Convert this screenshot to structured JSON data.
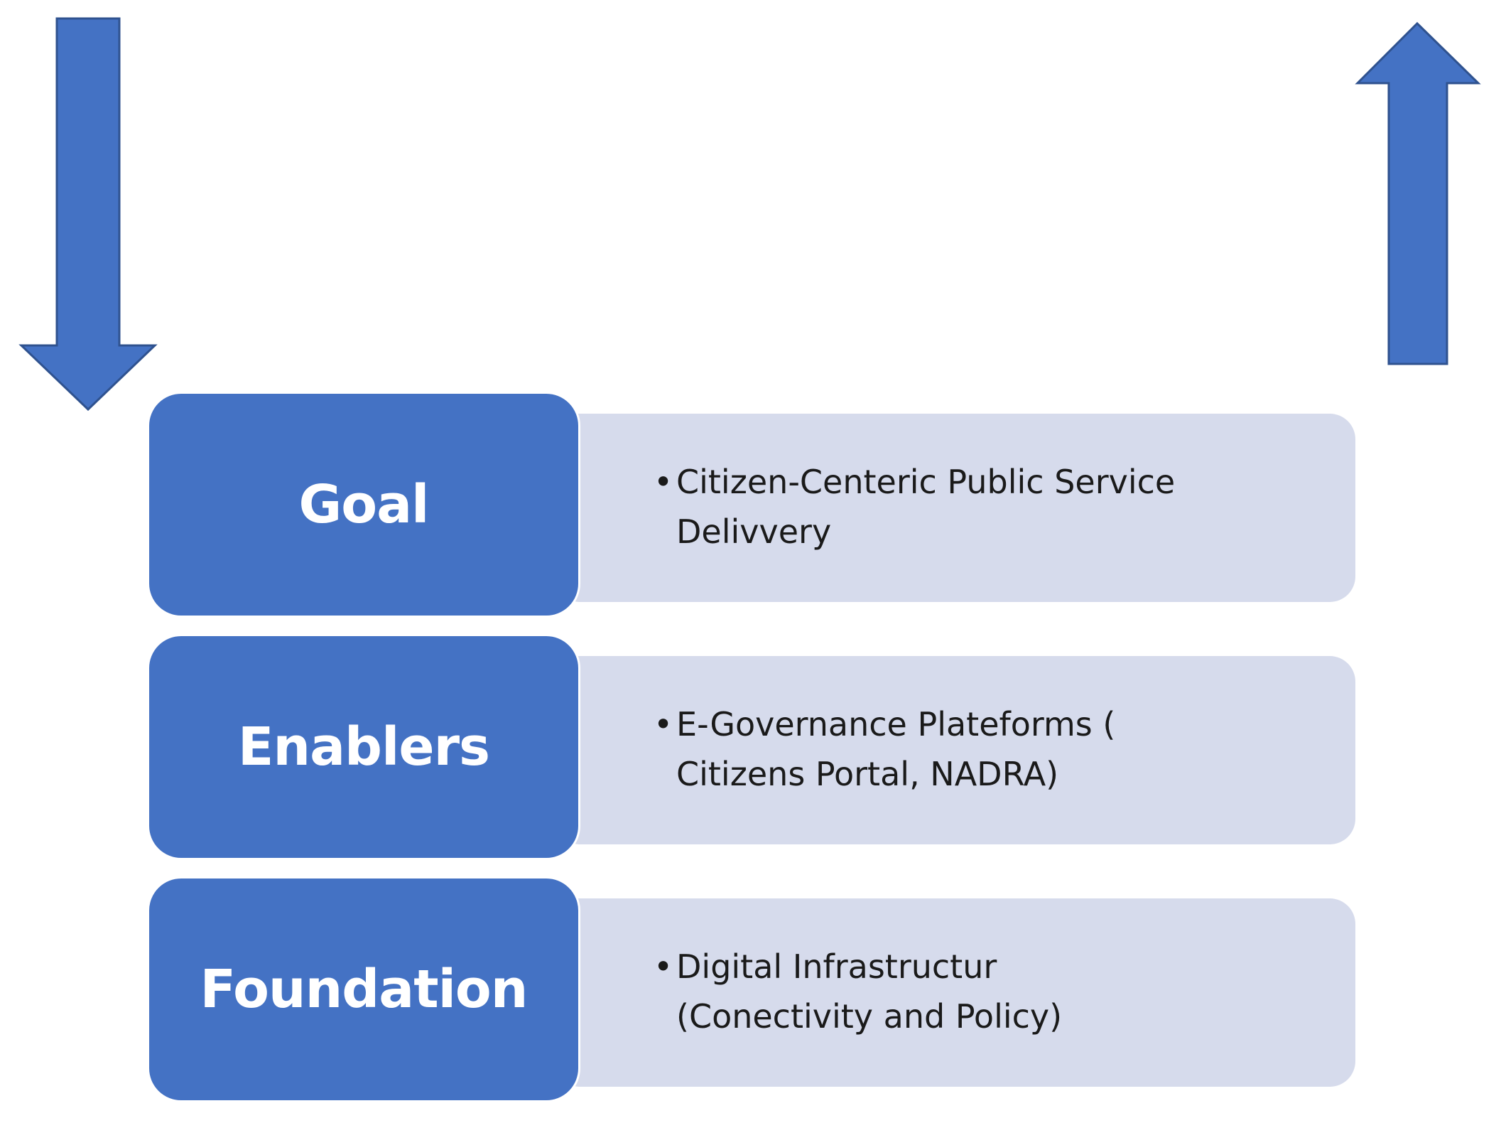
{
  "colors": {
    "label_fill": "#4472c4",
    "detail_fill": "#d6dbec",
    "arrow_fill": "#4472c4",
    "arrow_stroke": "#2f528f",
    "label_text": "#ffffff",
    "detail_text": "#1a1a1a"
  },
  "arrows": [
    {
      "name": "down-arrow-icon",
      "direction": "down"
    },
    {
      "name": "up-arrow-icon",
      "direction": "up"
    }
  ],
  "rows": [
    {
      "label": "Goal",
      "bullet": "•",
      "lines": [
        "Citizen-Centeric Public Service",
        "Delivvery"
      ]
    },
    {
      "label": "Enablers",
      "bullet": "•",
      "lines": [
        "E-Governance Plateforms (",
        "Citizens Portal, NADRA)"
      ]
    },
    {
      "label": "Foundation",
      "bullet": "•",
      "lines": [
        "Digital Infrastructur",
        "(Conectivity and Policy)"
      ]
    }
  ]
}
